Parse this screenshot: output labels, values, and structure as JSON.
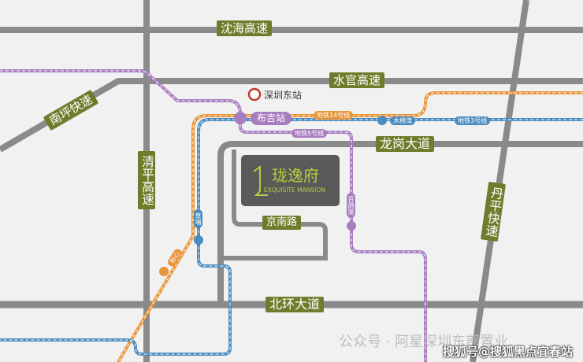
{
  "roads": {
    "shenhai": "沈海高速",
    "shuiguan": "水官高速",
    "nanping": "南坪快速",
    "qingping": "清平高速",
    "longgang": "龙岗大道",
    "jingnan": "京南路",
    "beihuan": "北环大道",
    "danping": "丹平快速"
  },
  "railway_station": "深圳东站",
  "project": {
    "name_cn": "珑逸府",
    "name_en": "EXQUISITE MANSION"
  },
  "metro": {
    "line14": "地铁14号线",
    "line3": "地铁3号线",
    "line5": "地铁5号线",
    "buji": "布吉站",
    "mumianwan": "木棉湾",
    "caopu": "草埔",
    "baigelong": "百鸽笼",
    "orange_station": "布心"
  },
  "colors": {
    "road": "#8a8a8a",
    "label": "#6e7d2c",
    "line14": "#e8953a",
    "line3": "#4a8cc0",
    "line5": "#a77dc0"
  },
  "watermark": {
    "official": "公众号 · 阿星深圳东部置业",
    "sohu": "搜狐号@搜狐黑点宜春站"
  }
}
